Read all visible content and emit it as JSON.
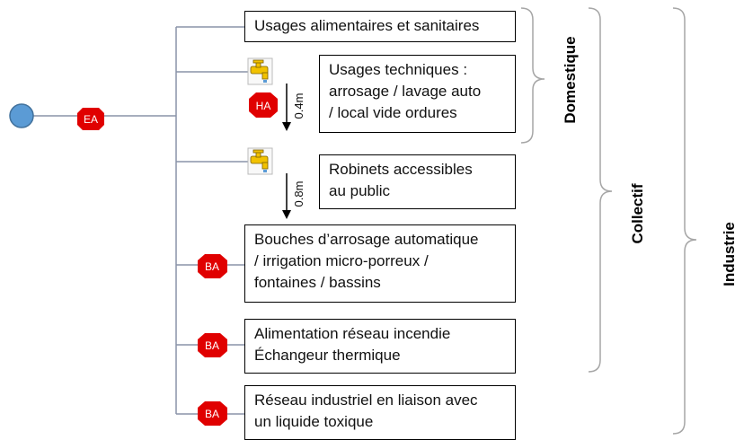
{
  "source_valve": "EA",
  "valves": {
    "ha": "HA",
    "ba1": "BA",
    "ba2": "BA",
    "ba3": "BA"
  },
  "distances": {
    "tap1": "0.4m",
    "tap2": "0.8m"
  },
  "boxes": [
    {
      "lines": [
        "Usages alimentaires et sanitaires"
      ]
    },
    {
      "lines": [
        "Usages techniques :",
        "arrosage / lavage auto",
        "/ local vide ordures"
      ]
    },
    {
      "lines": [
        "Robinets accessibles",
        "au public"
      ]
    },
    {
      "lines": [
        "Bouches d’arrosage automatique",
        "/ irrigation micro-porreux /",
        "fontaines / bassins"
      ]
    },
    {
      "lines": [
        "Alimentation réseau incendie",
        "Échangeur thermique"
      ]
    },
    {
      "lines": [
        "Réseau industriel en liaison avec",
        "un liquide toxique"
      ]
    }
  ],
  "categories": {
    "domestique": "Domestique",
    "collectif": "Collectif",
    "industrie": "Industrie"
  },
  "colors": {
    "valve_red": "#e00000",
    "source_blue": "#5b9bd5",
    "pipe_gray": "#8a94a8",
    "bracket_gray": "#a6a6a6",
    "tap_yellow": "#f2c200"
  },
  "icons": {
    "tap": "faucet-icon",
    "source": "water-source-icon"
  }
}
